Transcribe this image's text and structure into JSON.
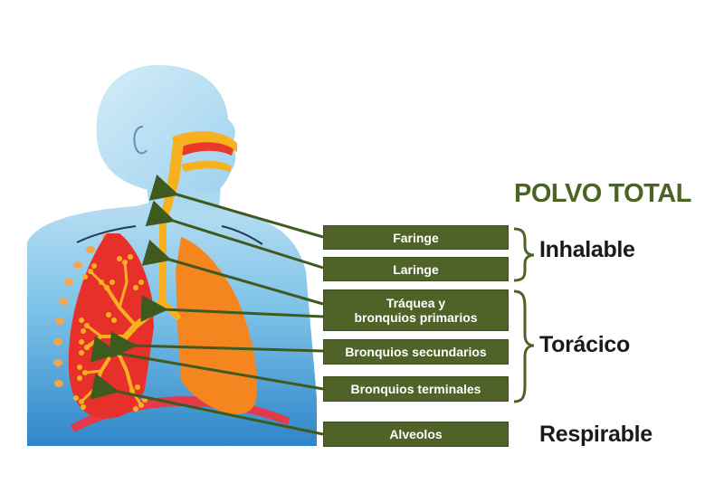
{
  "title": "POLVO TOTAL",
  "regions": {
    "faringe": "Faringe",
    "laringe": "Laringe",
    "traquea_line1": "Tráquea y",
    "traquea_line2": "bronquios primarios",
    "bronquios_secundarios": "Bronquios secundarios",
    "bronquios_terminales": "Bronquios terminales",
    "alveolos": "Alveolos"
  },
  "categories": {
    "inhalable": "Inhalable",
    "toracico": "Torácico",
    "respirable": "Respirable"
  },
  "colors": {
    "box_green": "#4f6228",
    "title_green": "#4a6523",
    "arrow_green": "#3f5a1e",
    "lung_left": "#e8302a",
    "lung_right": "#f4851f",
    "airway": "#f7b120",
    "body_blue": "#4aa3db"
  }
}
